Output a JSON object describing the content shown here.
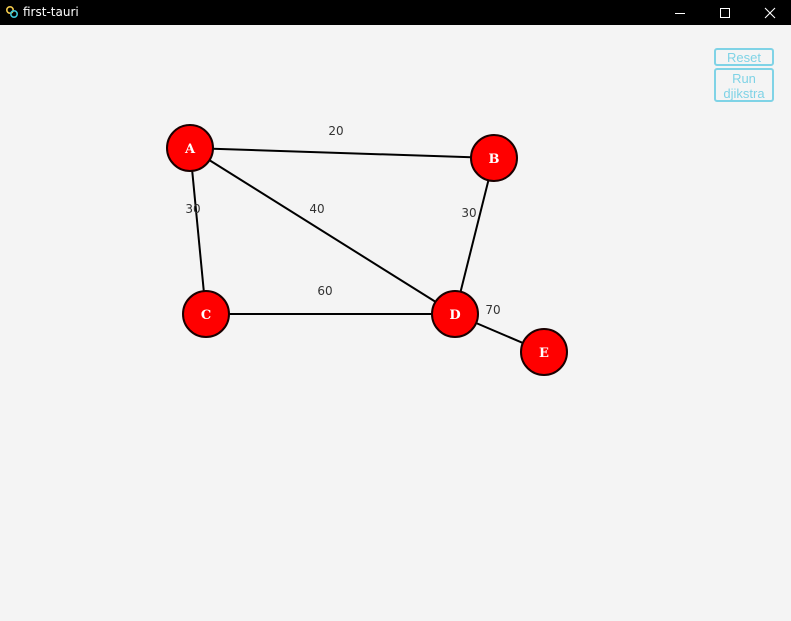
{
  "window": {
    "title": "first-tauri",
    "app_icon": "tauri-logo-icon",
    "controls": {
      "minimize_icon": "minimize-icon",
      "maximize_icon": "maximize-icon",
      "close_icon": "close-icon"
    }
  },
  "controls": {
    "reset_label": "Reset",
    "run_label": "Run\ndjikstra",
    "button_color": "#7fd3e6"
  },
  "graph": {
    "node_fill": "#ff0000",
    "node_stroke": "#1a0000",
    "edge_color": "#000000",
    "nodes": [
      {
        "id": "A",
        "label": "A"
      },
      {
        "id": "B",
        "label": "B"
      },
      {
        "id": "C",
        "label": "C"
      },
      {
        "id": "D",
        "label": "D"
      },
      {
        "id": "E",
        "label": "E"
      }
    ],
    "edges": [
      {
        "from": "A",
        "to": "B",
        "weight": "20"
      },
      {
        "from": "A",
        "to": "C",
        "weight": "30"
      },
      {
        "from": "A",
        "to": "D",
        "weight": "40"
      },
      {
        "from": "B",
        "to": "D",
        "weight": "30"
      },
      {
        "from": "C",
        "to": "D",
        "weight": "60"
      },
      {
        "from": "D",
        "to": "E",
        "weight": "70"
      }
    ]
  }
}
